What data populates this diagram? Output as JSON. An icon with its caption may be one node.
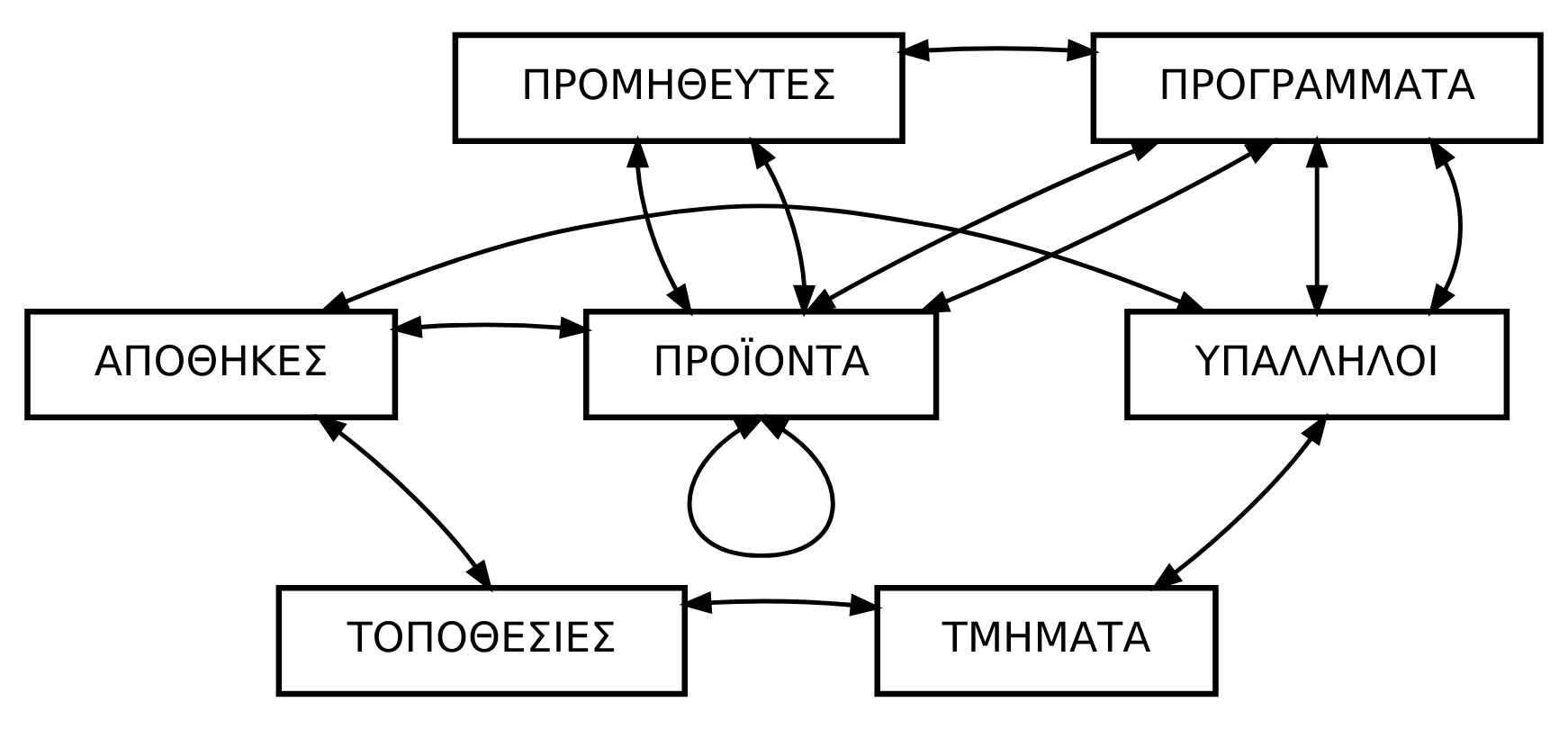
{
  "diagram": {
    "nodes": [
      {
        "text": [
          "ΠΡΟΜΗΘΕΥΤΕΣ"
        ]
      },
      {
        "text": [
          "ΠΡΟΓΡΑΜΜΑΤΑ"
        ]
      },
      {
        "text": [
          "ΑΠΟΘΗΚΕΣ"
        ]
      },
      {
        "text": [
          "ΠΡΟΪΟΝΤΑ"
        ]
      },
      {
        "text": [
          "ΥΠΑΛΛΗΛΟΙ"
        ]
      },
      {
        "text": [
          "ΤΟΠΟΘΕΣΙΕΣ"
        ]
      },
      {
        "text": [
          "ΤΜΗΜΑΤΑ"
        ]
      }
    ],
    "edges": [
      {
        "from": 0,
        "to": 1,
        "arrow": "both"
      },
      {
        "from": 0,
        "to": 3,
        "arrow": "both"
      },
      {
        "from": 0,
        "to": 3,
        "arrow": "both"
      },
      {
        "from": 1,
        "to": 3,
        "arrow": "both"
      },
      {
        "from": 1,
        "to": 3,
        "arrow": "both"
      },
      {
        "from": 1,
        "to": 4,
        "arrow": "both"
      },
      {
        "from": 1,
        "to": 4,
        "arrow": "both"
      },
      {
        "from": 2,
        "to": 3,
        "arrow": "both"
      },
      {
        "from": 3,
        "to": 3,
        "arrow": "both"
      },
      {
        "from": 2,
        "to": 4,
        "arrow": "both"
      },
      {
        "from": 2,
        "to": 5,
        "arrow": "both"
      },
      {
        "from": 4,
        "to": 6,
        "arrow": "both"
      },
      {
        "from": 5,
        "to": 6,
        "arrow": "both"
      }
    ]
  }
}
